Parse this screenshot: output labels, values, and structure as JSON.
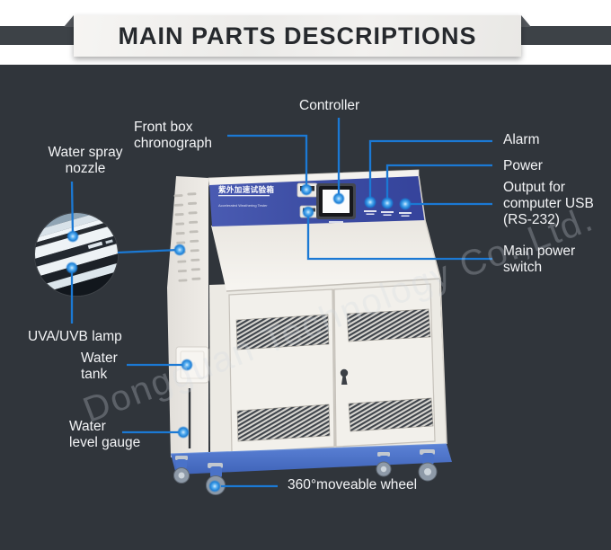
{
  "header": {
    "title": "MAIN PARTS DESCRIPTIONS"
  },
  "watermark": "Dongguan Technology Co.,Ltd.",
  "machine": {
    "panel_title_cn": "紫外加速试验箱",
    "panel_subtitle_en": "Accelerated Weathering Tester"
  },
  "callouts": {
    "controller": "Controller",
    "front_box_chronograph": "Front box\nchronograph",
    "water_spray_nozzle": "Water spray\nnozzle",
    "alarm": "Alarm",
    "power": "Power",
    "output_usb": "Output for\ncomputer USB\n(RS-232)",
    "main_power_switch": "Main power\nswitch",
    "uva_uvb_lamp": "UVA/UVB lamp",
    "water_tank": "Water\ntank",
    "water_level_gauge": "Water\nlevel gauge",
    "moveable_wheel": "360°moveable wheel"
  },
  "colors": {
    "background": "#30353b",
    "accent_line": "#1b79d4",
    "panel_blue": "#3c4da3",
    "base_blue": "#4a74cb",
    "ribbon_bg": "#f2f1ef"
  }
}
